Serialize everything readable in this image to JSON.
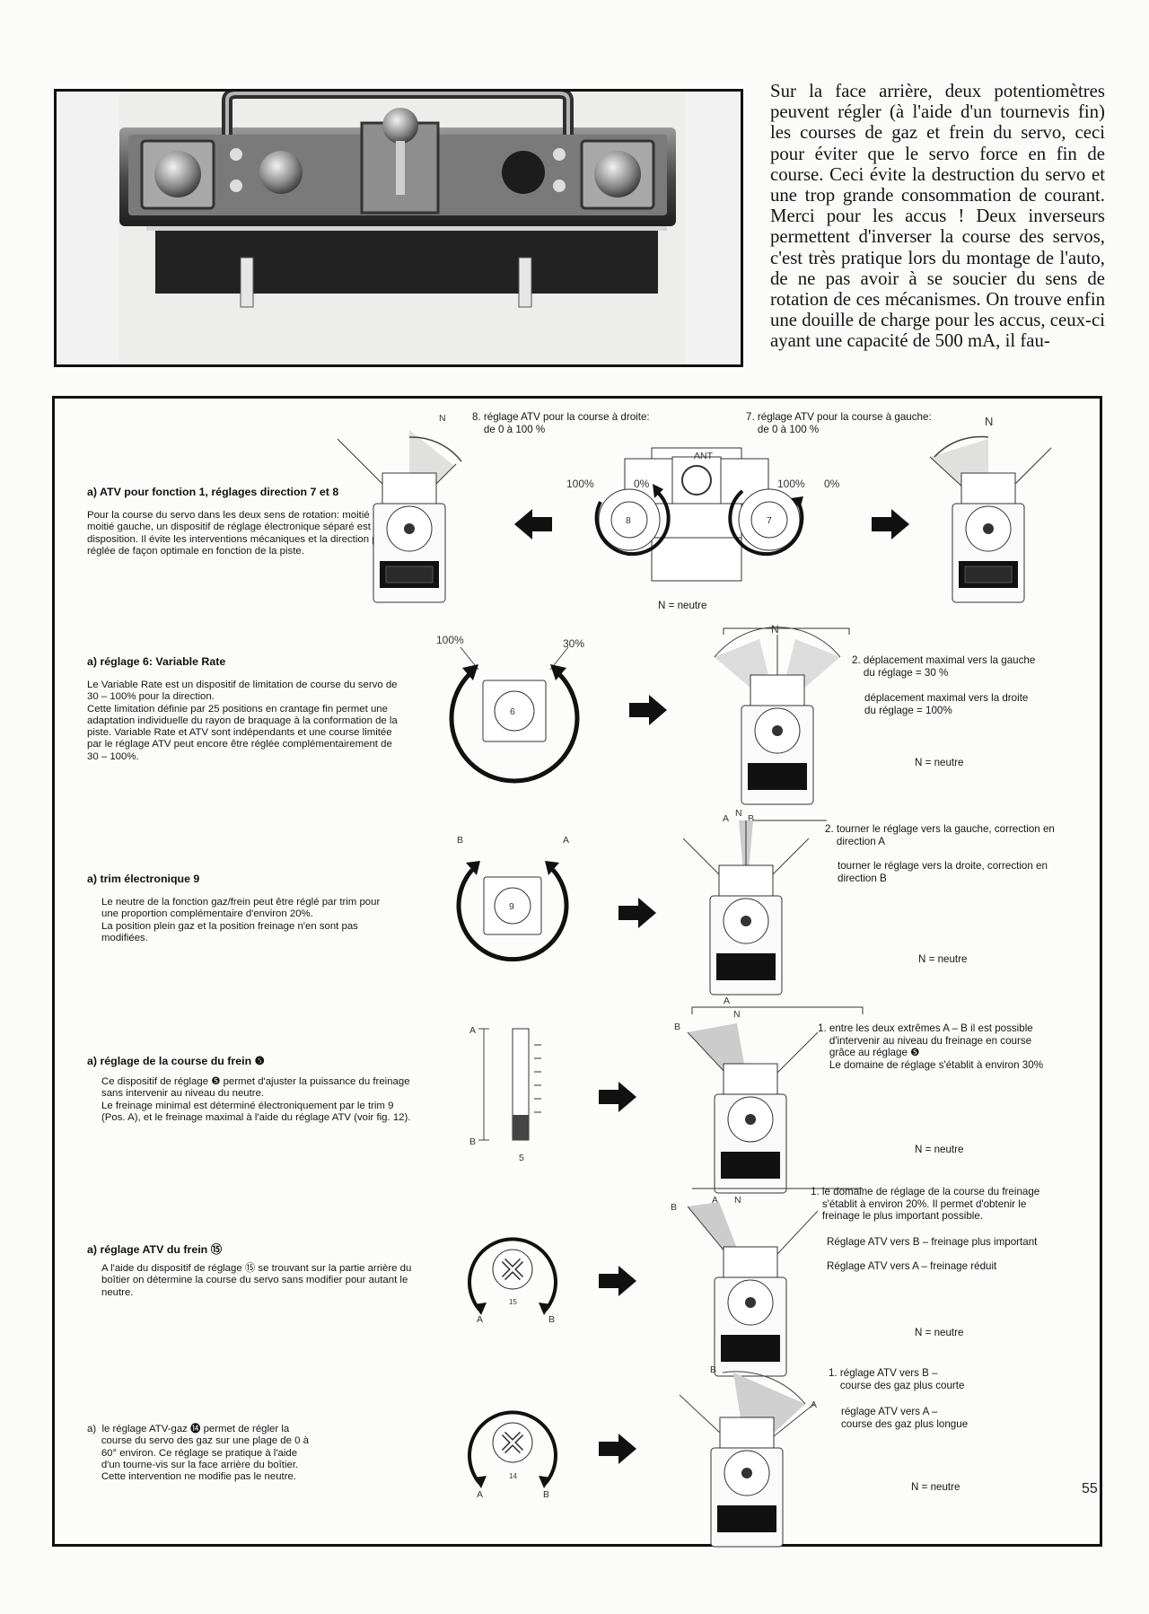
{
  "intro_text": "Sur la face arrière, deux potentiomètres peuvent régler (à l'aide d'un tournevis fin) les courses de gaz et frein du servo, ceci pour éviter que le servo force en fin de course. Ceci évite la destruction du servo et une trop grande consommation de courant. Merci pour les accus ! Deux inverseurs permettent d'inverser la course des servos, c'est très pratique lors du montage de l'auto, de ne pas avoir à se soucier du sens de rotation de ces mécanismes. On trouve enfin une douille de charge pour les accus, ceux-ci ayant une capacité de 500 mA, il fau-",
  "sections": {
    "atv": {
      "title": "a)  ATV pour fonction 1, réglages direction 7 et 8",
      "body": "Pour la course du servo dans les deux sens de rotation: moitié droite et moitié gauche, un dispositif de réglage électronique séparé est à disposition. Il évite les interventions mécaniques et la direction peut être réglée de façon optimale en fonction de la piste.",
      "cap_right": "8. réglage ATV pour la course à droite:\n    de 0 à 100 %",
      "cap_left": "7. réglage ATV pour la course à gauche:\n    de 0 à 100 %",
      "n_left": "N",
      "n_right": "N",
      "ant": "ANT",
      "pct_100_a": "100%",
      "pct_0_a": "0%",
      "pct_100_b": "100%",
      "pct_0_b": "0%",
      "knob_8": "8",
      "knob_7": "7",
      "neutre": "N = neutre"
    },
    "variable_rate": {
      "title": "a)  réglage 6: Variable Rate",
      "body": "Le Variable Rate est un dispositif de limitation de course du servo de 30 – 100% pour la direction.\nCette limitation définie par 25 positions en crantage fin permet une adaptation individuelle du rayon de braquage à la conformation de la piste. Variable Rate et ATV sont indépendants et une course limitée par le réglage ATV peut encore être réglée complémentairement de 30 – 100%.",
      "pct_100": "100%",
      "pct_30": "30%",
      "knob": "6",
      "n": "N",
      "cap_1": "2. déplacement maximal vers la gauche\n    du réglage = 30 %",
      "cap_2": "déplacement maximal vers la droite\ndu réglage = 100%",
      "neutre": "N = neutre"
    },
    "trim": {
      "title": "a)  trim électronique 9",
      "body": "Le neutre de la fonction gaz/frein peut être réglé par trim pour une proportion complémentaire d'environ 20%.\nLa position plein gaz et la position freinage n'en sont pas modifiées.",
      "lbl_b": "B",
      "lbl_a": "A",
      "knob": "9",
      "top_a": "A",
      "top_n": "N",
      "top_b": "B",
      "cap_1": "2. tourner le réglage vers la gauche, correction en\n    direction A",
      "cap_2": "tourner le réglage vers la droite, correction en\ndirection B",
      "neutre": "N = neutre"
    },
    "frein": {
      "title": "a)  réglage de la course du frein ❺",
      "body": "Ce dispositif de réglage ❺ permet d'ajuster la puissance du freinage sans intervenir au niveau du neutre.\nLe freinage minimal est déterminé électroniquement par le trim 9 (Pos. A), et le freinage maximal à l'aide du réglage ATV (voir fig. 12).",
      "lbl_a": "A",
      "lbl_b": "B",
      "slider_num": "5",
      "top_a": "A",
      "top_n": "N",
      "top_b": "B",
      "cap_1": "1. entre les deux extrêmes A – B il est possible\n    d'intervenir au niveau du freinage en course\n    grâce au réglage ❺\n    Le domaine de réglage s'établit à environ 30%",
      "neutre": "N = neutre"
    },
    "atv_frein": {
      "title": "a)  réglage ATV du frein ⑮",
      "body": "A l'aide du dispositif de réglage ⑮ se trouvant sur la partie arrière du boîtier on détermine la course du servo sans modifier pour autant le neutre.",
      "lbl_a": "A",
      "lbl_b": "B",
      "knob_num": "15",
      "top_b": "B",
      "top_a": "A",
      "top_n": "N",
      "cap_1": "1. le domaine de réglage de la course du freinage\n    s'établit à environ 20%. Il permet d'obtenir le\n    freinage le plus important possible.",
      "cap_2": "Réglage ATV vers B – freinage plus important",
      "cap_3": "Réglage ATV vers A – freinage réduit",
      "neutre": "N = neutre"
    },
    "atv_gaz": {
      "body": "a)  le réglage ATV-gaz ⓮ permet de régler la\n     course du servo des gaz sur une plage de 0 à\n     60° environ. Ce réglage se pratique à l'aide\n     d'un tourne-vis sur la face arrière du boîtier.\n     Cette intervention ne modifie pas le neutre.",
      "lbl_a": "A",
      "lbl_b": "B",
      "knob_num": "14",
      "top_b": "B",
      "top_a": "A",
      "cap_1": "1. réglage ATV vers B –\n    course des gaz plus courte",
      "cap_2": "réglage ATV vers A –\ncourse des gaz plus longue",
      "neutre": "N = neutre"
    }
  },
  "page_number": "55"
}
